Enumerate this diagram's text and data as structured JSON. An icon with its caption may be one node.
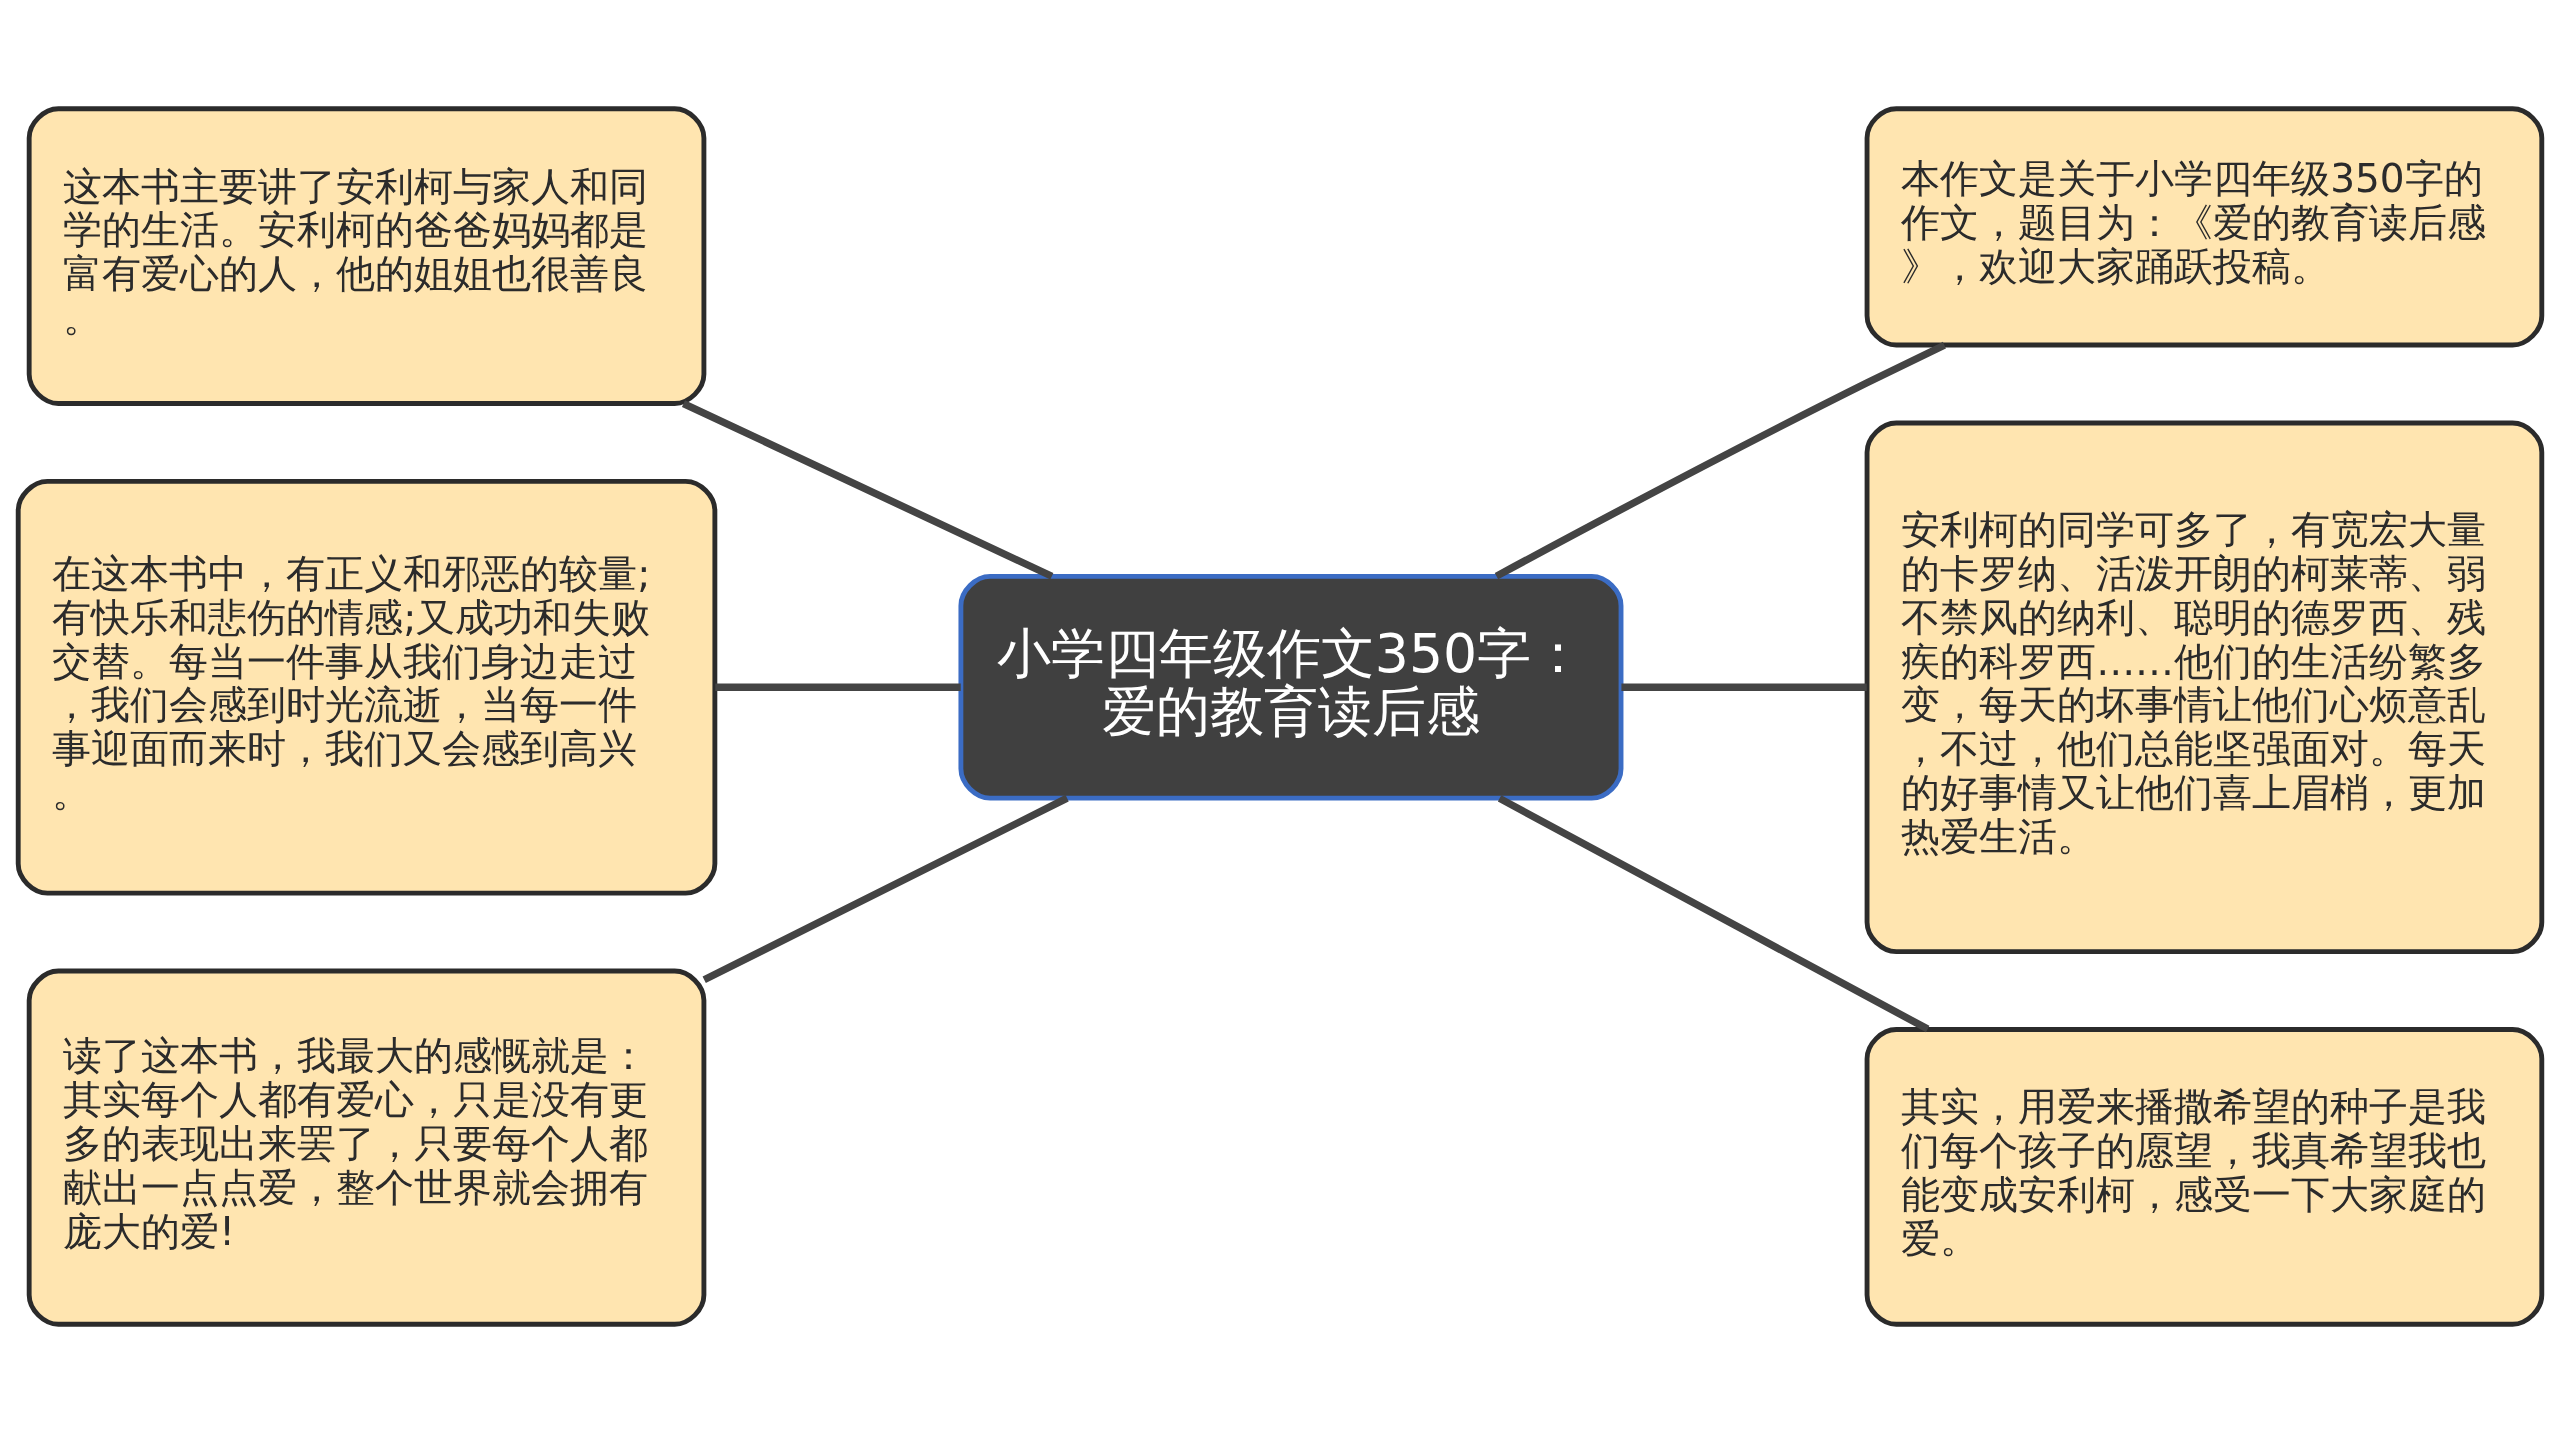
{
  "diagram": {
    "nodes": [
      {
        "text": [
          "小学四年级作文350字：爱的教育读后感"
        ]
      },
      {
        "text": [
          "这本书主要讲了安利柯与家人和同学的生活。安利柯的爸爸妈妈都是富有爱心的人，他的姐姐也很善良。"
        ]
      },
      {
        "text": [
          "在这本书中，有正义和邪恶的较量;有快乐和悲伤的情感;又成功和失败交替。每当一件事从我们身边走过，我们会感到时光流逝，当每一件事迎面而来时，我们又会感到高兴。"
        ]
      },
      {
        "text": [
          "读了这本书，我最大的感慨就是：其实每个人都有爱心，只是没有更多的表现出来罢了，只要每个人都献出一点点爱，整个世界就会拥有庞大的爱!"
        ]
      },
      {
        "text": [
          "本作文是关于小学四年级350字的作文，题目为：《爱的教育读后感》，欢迎大家踊跃投稿。"
        ]
      },
      {
        "text": [
          "安利柯的同学可多了，有宽宏大量的卡罗纳、活泼开朗的柯莱蒂、弱不禁风的纳利、聪明的德罗西、残疾的科罗西……他们的生活纷繁多变，每天的坏事情让他们心烦意乱，不过，他们总能坚强面对。每天的好事情又让他们喜上眉梢，更加热爱生活。"
        ]
      },
      {
        "text": [
          "其实，用爱来播撒希望的种子是我们每个孩子的愿望，我真希望我也能变成安利柯，感受一下大家庭的爱。"
        ]
      }
    ],
    "edges": [
      {
        "from": 1,
        "to": 0,
        "arrow": "none"
      },
      {
        "from": 2,
        "to": 0,
        "arrow": "none"
      },
      {
        "from": 3,
        "to": 0,
        "arrow": "none"
      },
      {
        "from": 0,
        "to": 4,
        "arrow": "none"
      },
      {
        "from": 0,
        "to": 5,
        "arrow": "none"
      },
      {
        "from": 0,
        "to": 6,
        "arrow": "none"
      }
    ]
  }
}
